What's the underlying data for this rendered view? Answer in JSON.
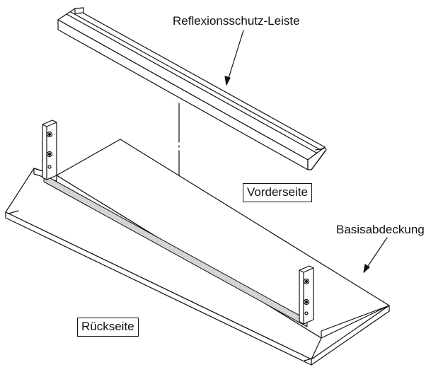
{
  "labels": {
    "reflexionsschutz": "Reflexionsschutz-Leiste",
    "vorderseite": "Vorderseite",
    "basisabdeckung": "Basisabdeckung",
    "rueckseite": "Rückseite"
  },
  "colors": {
    "line": "#111111",
    "strip": "#d4d4d4",
    "background": "#ffffff"
  }
}
